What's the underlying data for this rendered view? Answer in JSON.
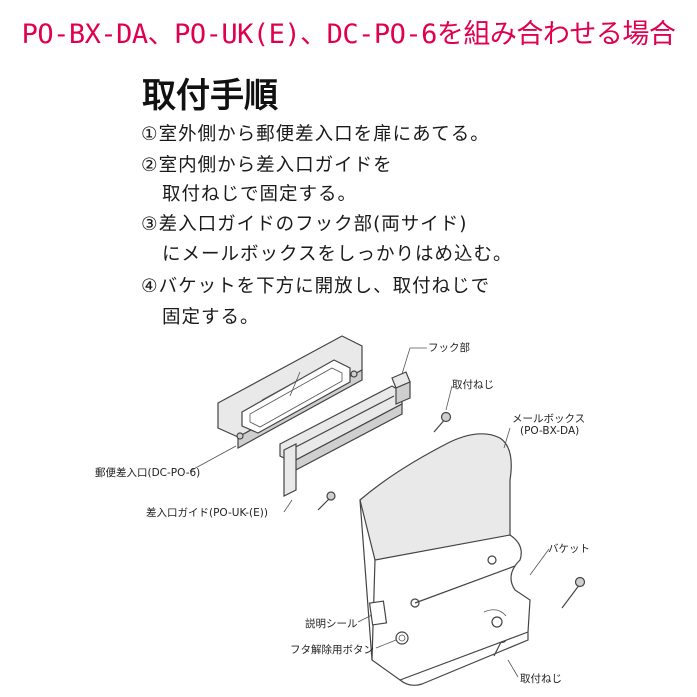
{
  "title": "PO-BX-DA、PO-UK(E)、DC-PO-6を組み合わせる場合",
  "heading": "取付手順",
  "steps": [
    "①室外側から郵便差入口を扉にあてる。",
    "②室内側から差入口ガイドを",
    "取付ねじで固定する。",
    "③差入口ガイドのフック部(両サイド)",
    "にメールボックスをしっかりはめ込む。",
    "④バケットを下方に開放し、取付ねじで",
    "固定する。"
  ],
  "labels": {
    "hook": "フック部",
    "screw_top": "取付ねじ",
    "mailbox": "メールボックス",
    "mailbox_model": "(PO-BX-DA)",
    "slot": "郵便差入口(DC-PO-6)",
    "guide": "差入口ガイド(PO-UK-(E))",
    "bucket": "バケット",
    "seal": "説明シール",
    "lid_button": "フタ解除用ボタン",
    "screw_bottom": "取付ねじ"
  }
}
